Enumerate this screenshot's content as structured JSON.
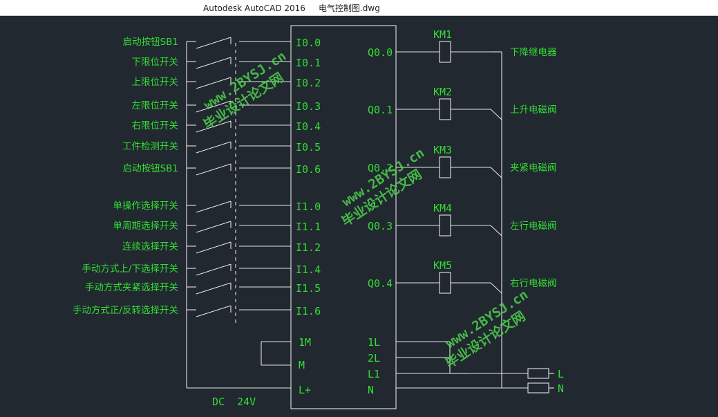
{
  "window": {
    "title": "Autodesk AutoCAD 2016     电气控制图.dwg"
  },
  "colors": {
    "background": "#212830",
    "line": "#e6e6e6",
    "label": "#33dd33",
    "watermark": "#4cd14c"
  },
  "drawing": {
    "inputs": [
      {
        "label": "启动按钮SB1",
        "terminal": "I0.0"
      },
      {
        "label": "下限位开关",
        "terminal": "I0.1"
      },
      {
        "label": "上限位开关",
        "terminal": "I0.2"
      },
      {
        "label": "左限位开关",
        "terminal": "I0.3"
      },
      {
        "label": "右限位开关",
        "terminal": "I0.4"
      },
      {
        "label": "工件检测开关",
        "terminal": "I0.5"
      },
      {
        "label": "启动按钮SB1",
        "terminal": "I0.6"
      },
      {
        "label": "单操作选择开关",
        "terminal": "I1.0"
      },
      {
        "label": "单周期选择开关",
        "terminal": "I1.1"
      },
      {
        "label": "连续选择开关",
        "terminal": "I1.2"
      },
      {
        "label": "手动方式上/下选择开关",
        "terminal": "I1.4"
      },
      {
        "label": "手动方式夹紧选择开关",
        "terminal": "I1.5"
      },
      {
        "label": "手动方式正/反转选择开关",
        "terminal": "I1.6"
      }
    ],
    "outputs": [
      {
        "terminal": "Q0.0",
        "coil": "KM1",
        "label": "下降继电器"
      },
      {
        "terminal": "Q0.1",
        "coil": "KM2",
        "label": "上升电磁阀"
      },
      {
        "terminal": "Q0.2",
        "coil": "KM3",
        "label": "夹紧电磁阀"
      },
      {
        "terminal": "Q0.3",
        "coil": "KM4",
        "label": "左行电磁阀"
      },
      {
        "terminal": "Q0.4",
        "coil": "KM5",
        "label": "右行电磁阀"
      }
    ],
    "left_power_terminals": [
      "1M",
      "M",
      "L+"
    ],
    "right_power_terminals": [
      "1L",
      "2L",
      "L1",
      "N"
    ],
    "supply_label": "DC  24V",
    "line_labels": [
      "L",
      "N"
    ],
    "watermark": {
      "site": "www.2BYSJ.cn",
      "name": "毕业设计论文网"
    }
  }
}
